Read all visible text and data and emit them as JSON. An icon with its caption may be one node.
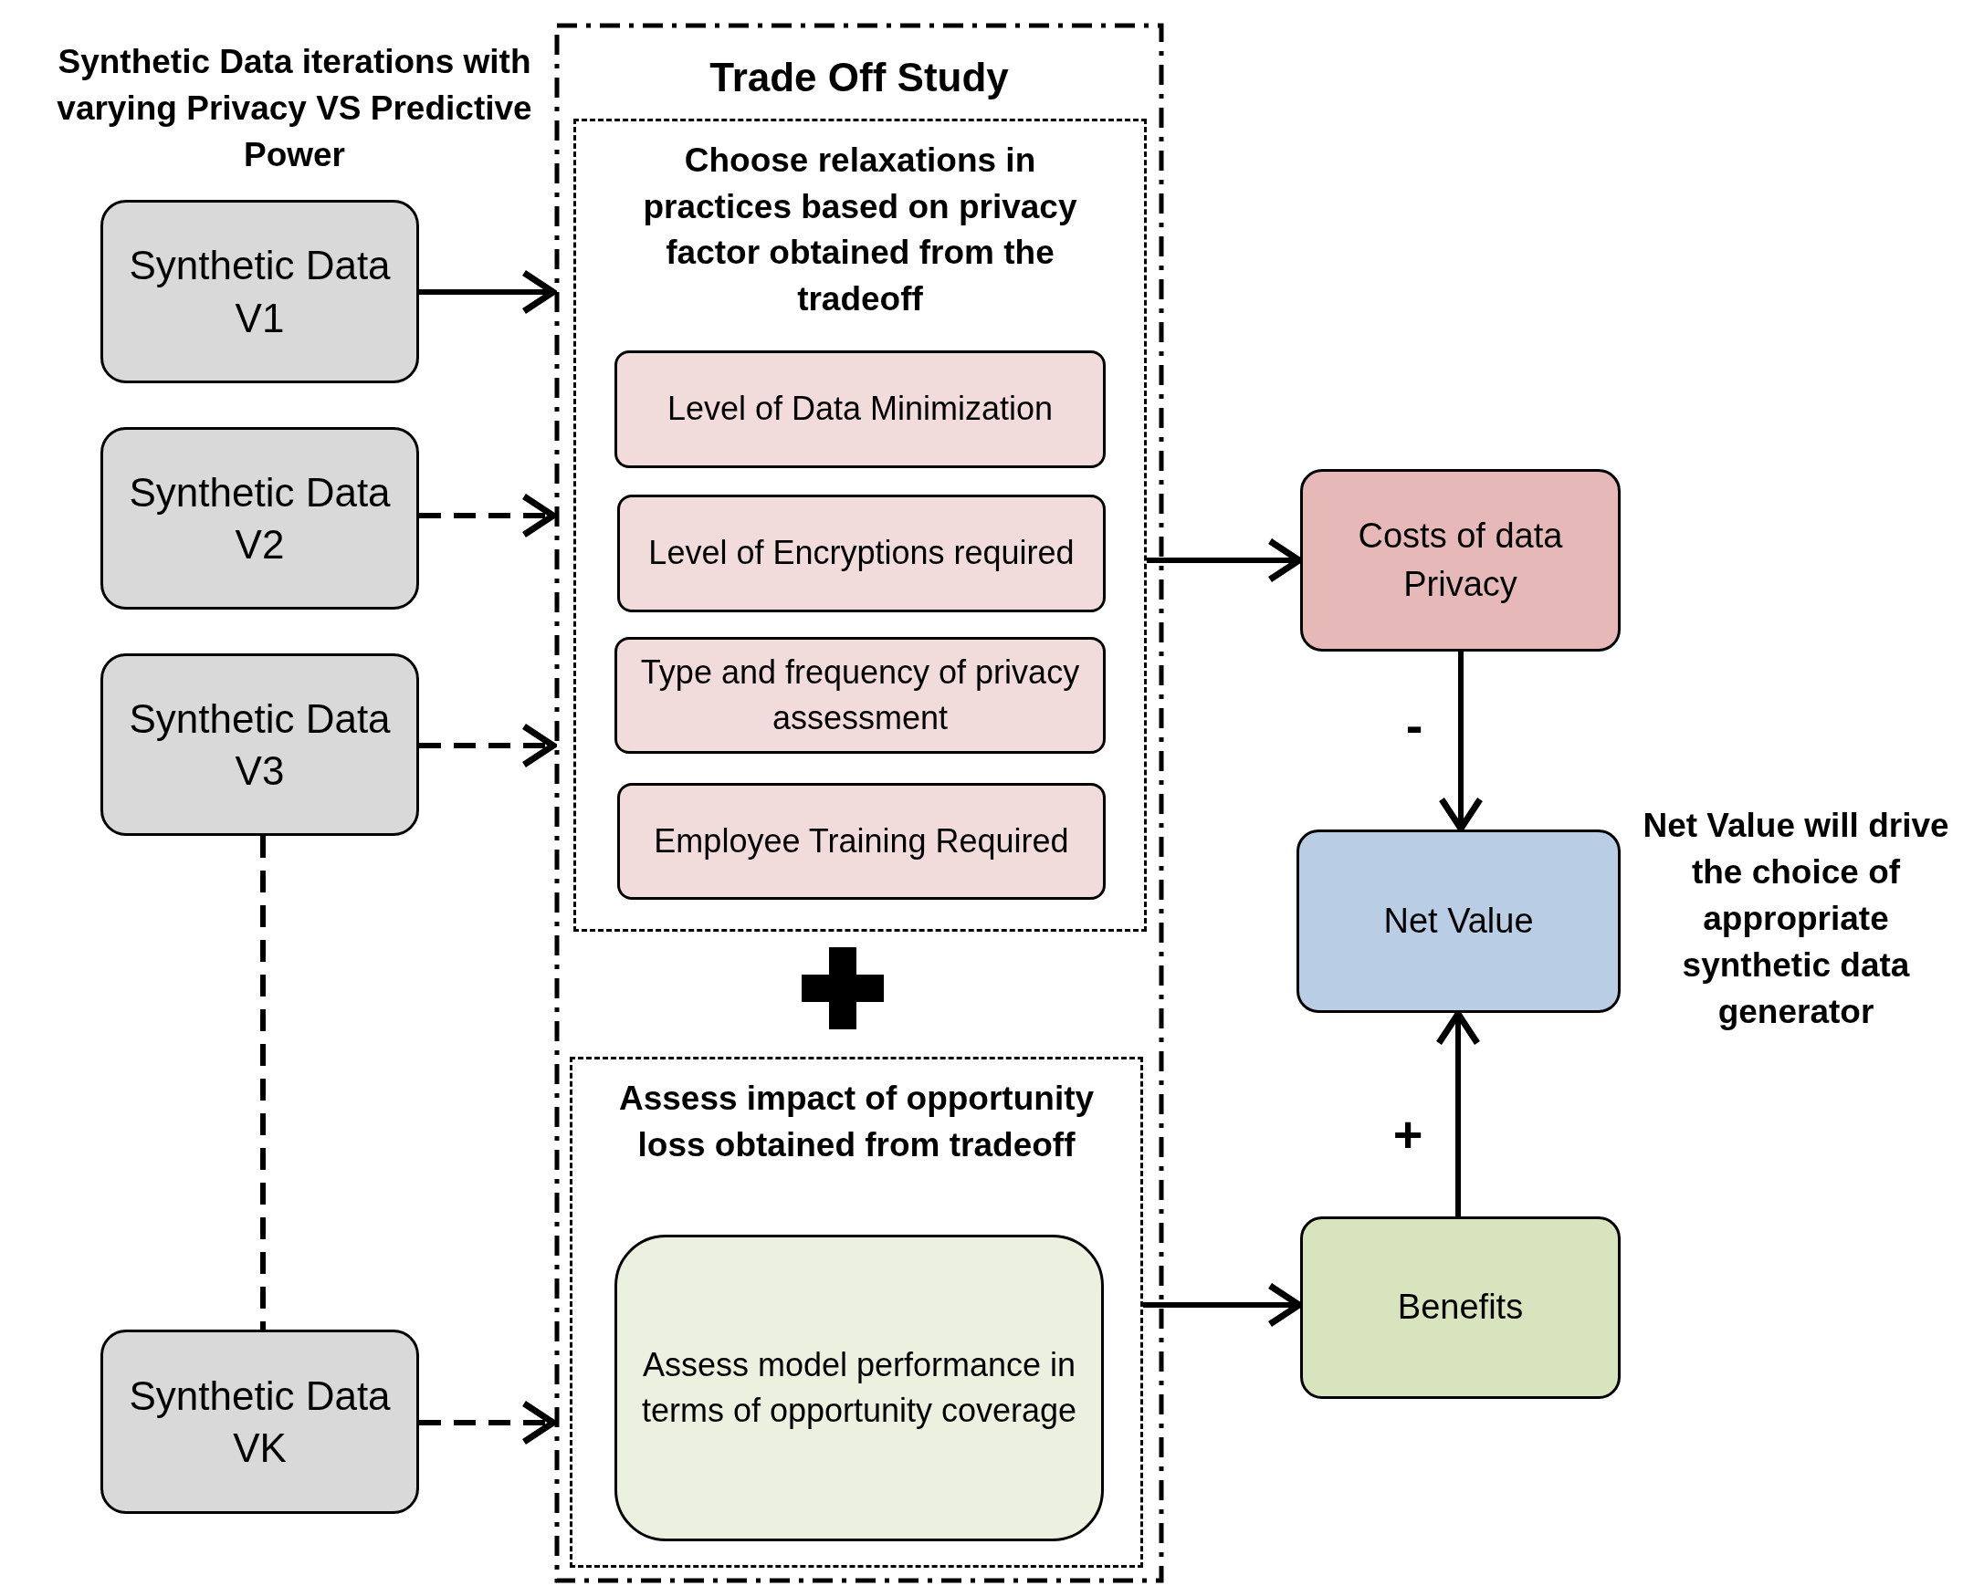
{
  "diagram": {
    "nodes": [
      {
        "text": [
          "Synthetic Data V1"
        ]
      },
      {
        "text": [
          "Synthetic Data V2"
        ]
      },
      {
        "text": [
          "Synthetic Data V3"
        ]
      },
      {
        "text": [
          "Synthetic Data VK"
        ]
      },
      {
        "text": [
          "Trade Off Study"
        ]
      },
      {
        "text": [
          "Choose relaxations in practices based on privacy factor obtained from the tradeoff"
        ],
        "in": 4
      },
      {
        "text": [
          "Level of Data Minimization"
        ],
        "in": 5
      },
      {
        "text": [
          "Level of Encryptions required"
        ],
        "in": 5
      },
      {
        "text": [
          "Type and frequency of privacy assessment"
        ],
        "in": 5
      },
      {
        "text": [
          "Employee Training Required"
        ],
        "in": 5
      },
      {
        "text": [
          "Assess impact of opportunity loss obtained from tradeoff"
        ],
        "in": 4
      },
      {
        "text": [
          "Assess model performance in terms of opportunity coverage"
        ],
        "in": 10
      },
      {
        "text": [
          "Costs of data Privacy"
        ]
      },
      {
        "text": [
          "Net Value"
        ],
        "beside": [
          "Net Value will drive the choice of appropriate synthetic data generator"
        ]
      },
      {
        "text": [
          "Benefits"
        ]
      }
    ],
    "edges": [
      {
        "from": 0,
        "to": 4,
        "arrow": "to"
      },
      {
        "from": 1,
        "to": 4,
        "arrow": "to",
        "style": "dashed"
      },
      {
        "from": 2,
        "to": 4,
        "arrow": "to",
        "style": "dashed"
      },
      {
        "from": 3,
        "to": 4,
        "arrow": "to",
        "style": "dashed"
      },
      {
        "from": 2,
        "to": 3,
        "arrow": "none",
        "style": "dashed"
      },
      {
        "from": 5,
        "to": 12,
        "arrow": "to"
      },
      {
        "from": 12,
        "to": 13,
        "arrow": "to",
        "label": "-"
      },
      {
        "from": 14,
        "to": 13,
        "arrow": "to",
        "label": "+"
      },
      {
        "from": 10,
        "to": 14,
        "arrow": "to"
      }
    ],
    "labels": [
      "Synthetic Data iterations with varying Privacy VS Predictive Power"
    ]
  }
}
